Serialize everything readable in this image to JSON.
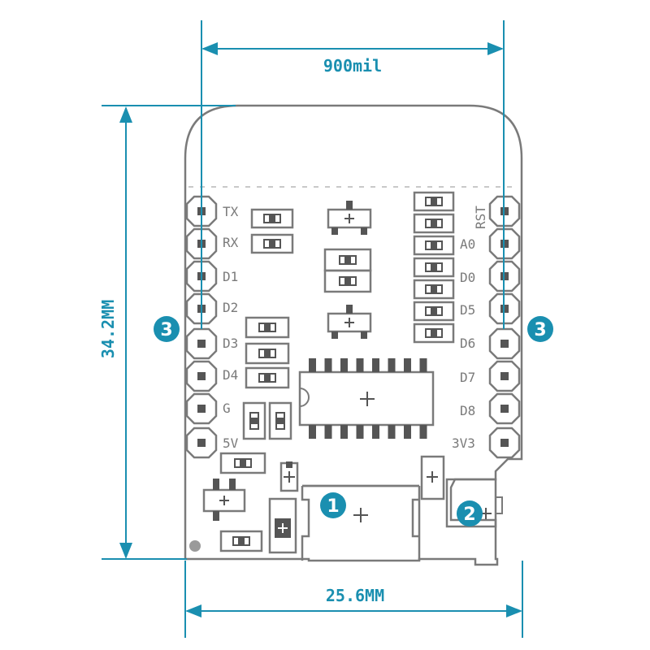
{
  "colors": {
    "dimension": "#1a8fb0",
    "outline": "#7a7a7a",
    "background": "#ffffff",
    "badge": "#1a8fb0",
    "badge_text": "#ffffff"
  },
  "dimensions": {
    "top_width": "900mil",
    "height": "34.2MM",
    "bottom_width": "25.6MM"
  },
  "pins": {
    "left": [
      "TX",
      "RX",
      "D1",
      "D2",
      "D3",
      "D4",
      "G",
      "5V"
    ],
    "right": [
      "RST",
      "A0",
      "D0",
      "D5",
      "D6",
      "D7",
      "D8",
      "3V3"
    ]
  },
  "callouts": {
    "usb_connector": "1",
    "reset_button": "2",
    "left_header": "3",
    "right_header": "3"
  }
}
